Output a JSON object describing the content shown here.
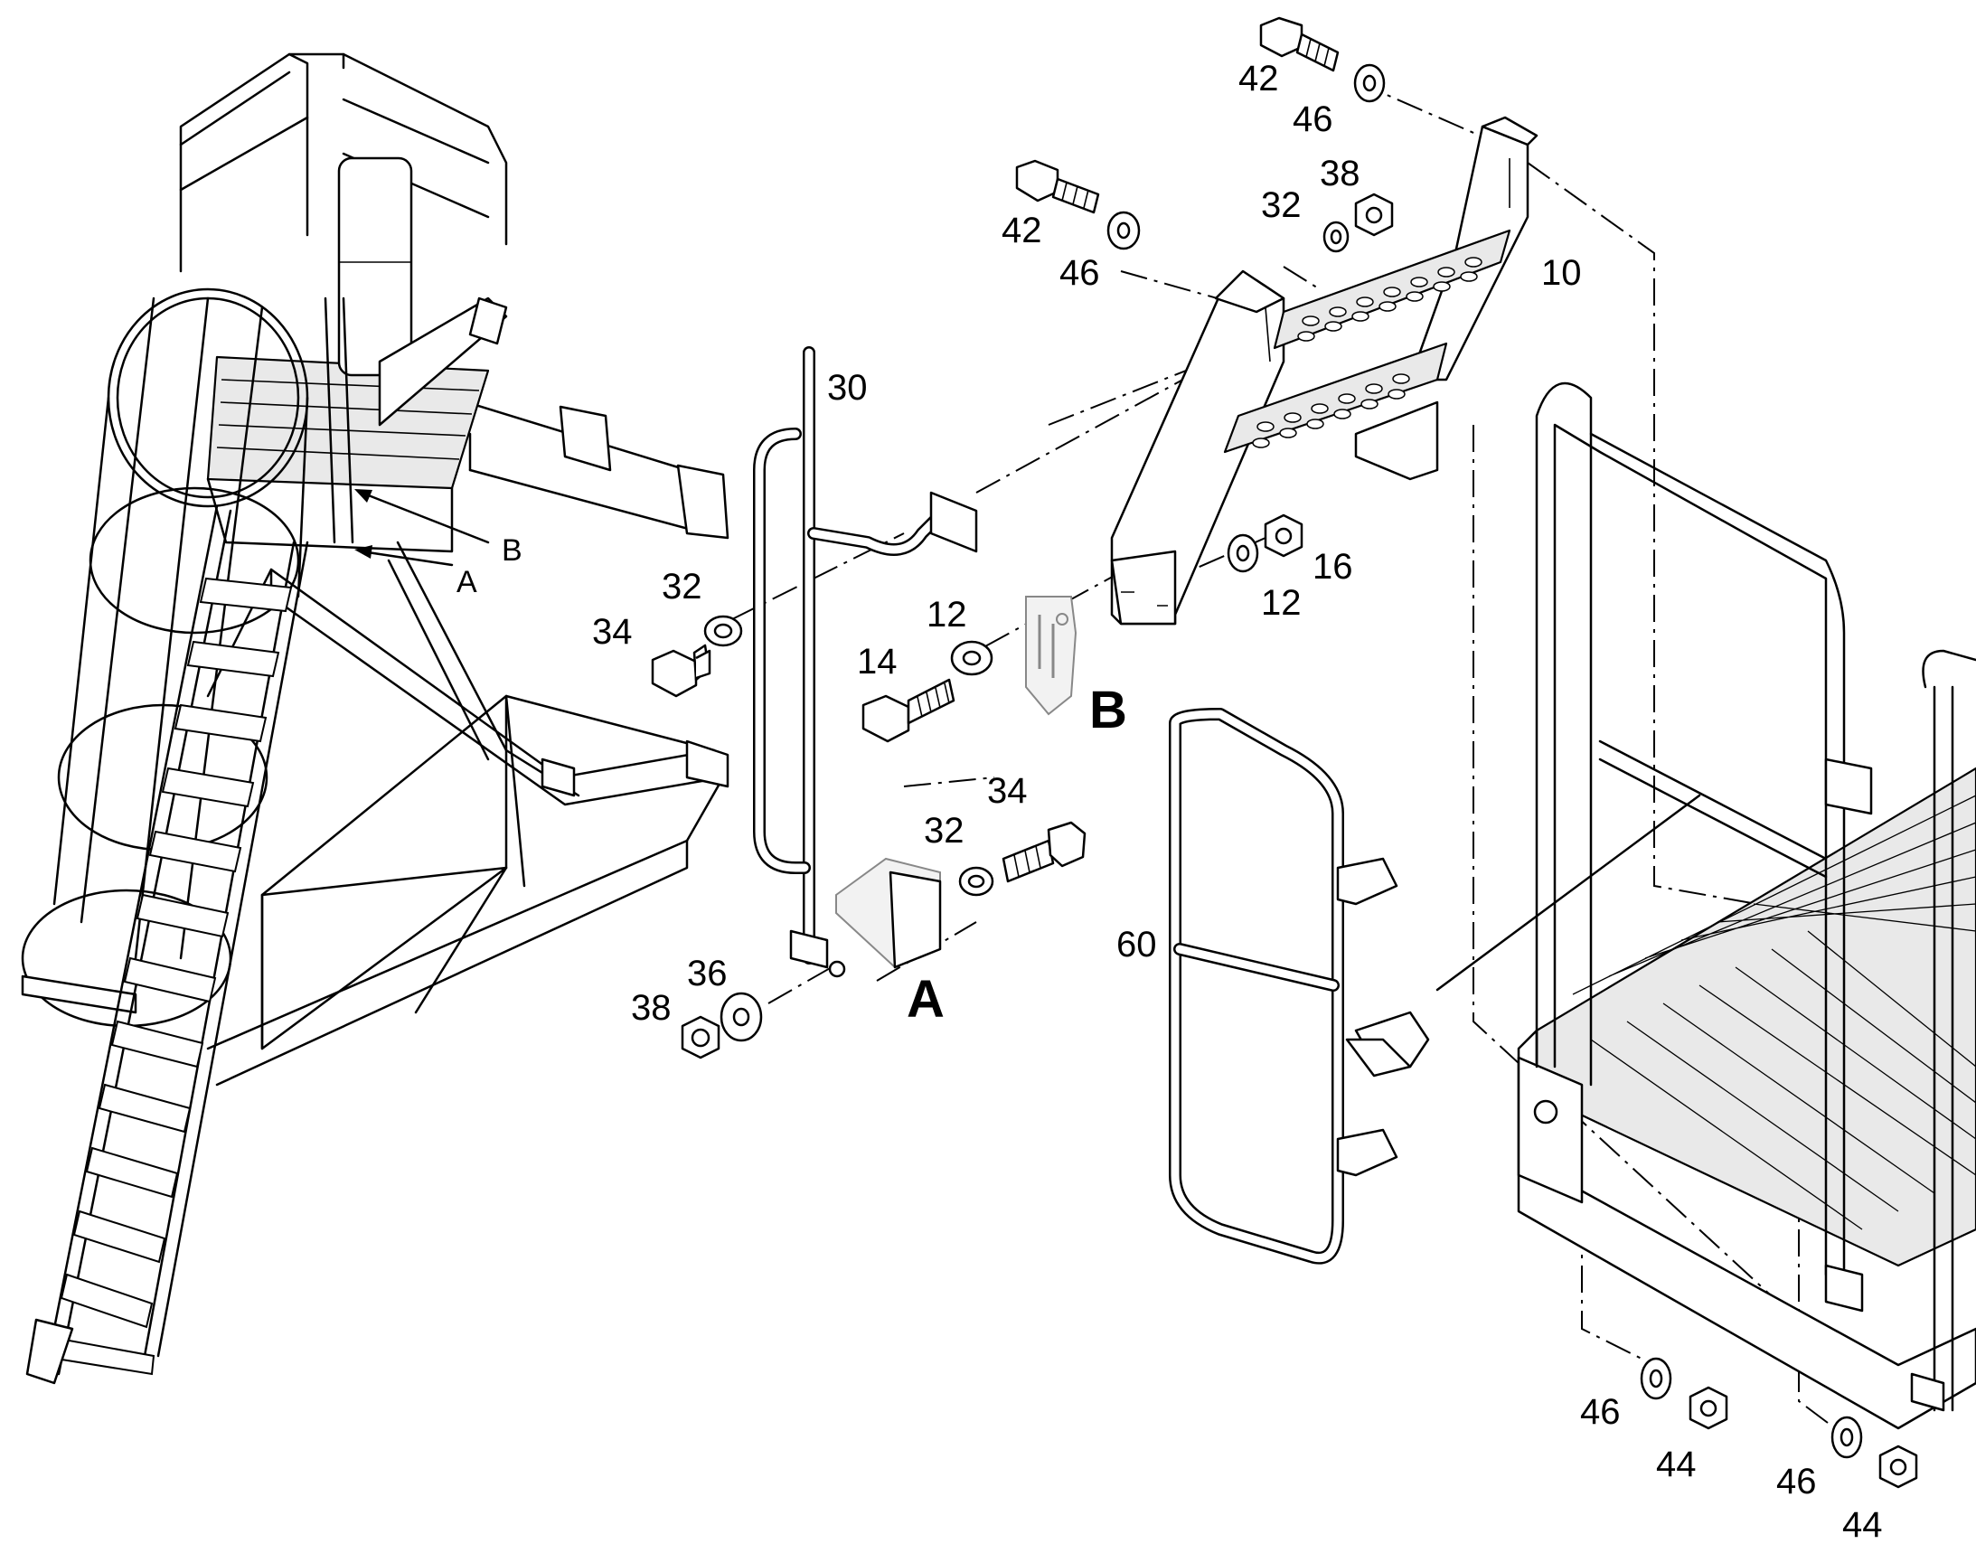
{
  "part_labels": [
    {
      "id": "42a",
      "text": "42"
    },
    {
      "id": "46a",
      "text": "46"
    },
    {
      "id": "42b",
      "text": "42"
    },
    {
      "id": "46b",
      "text": "46"
    },
    {
      "id": "32a",
      "text": "32"
    },
    {
      "id": "38a",
      "text": "38"
    },
    {
      "id": "10",
      "text": "10"
    },
    {
      "id": "30",
      "text": "30"
    },
    {
      "id": "32b",
      "text": "32"
    },
    {
      "id": "34a",
      "text": "34"
    },
    {
      "id": "12a",
      "text": "12"
    },
    {
      "id": "14",
      "text": "14"
    },
    {
      "id": "12b",
      "text": "12"
    },
    {
      "id": "16",
      "text": "16"
    },
    {
      "id": "34b",
      "text": "34"
    },
    {
      "id": "32c",
      "text": "32"
    },
    {
      "id": "60",
      "text": "60"
    },
    {
      "id": "36",
      "text": "36"
    },
    {
      "id": "38b",
      "text": "38"
    },
    {
      "id": "46c",
      "text": "46"
    },
    {
      "id": "44a",
      "text": "44"
    },
    {
      "id": "46d",
      "text": "46"
    },
    {
      "id": "44b",
      "text": "44"
    }
  ],
  "detail_labels": {
    "overview_b": "B",
    "overview_a": "A",
    "detail_b": "B",
    "detail_a": "A"
  }
}
